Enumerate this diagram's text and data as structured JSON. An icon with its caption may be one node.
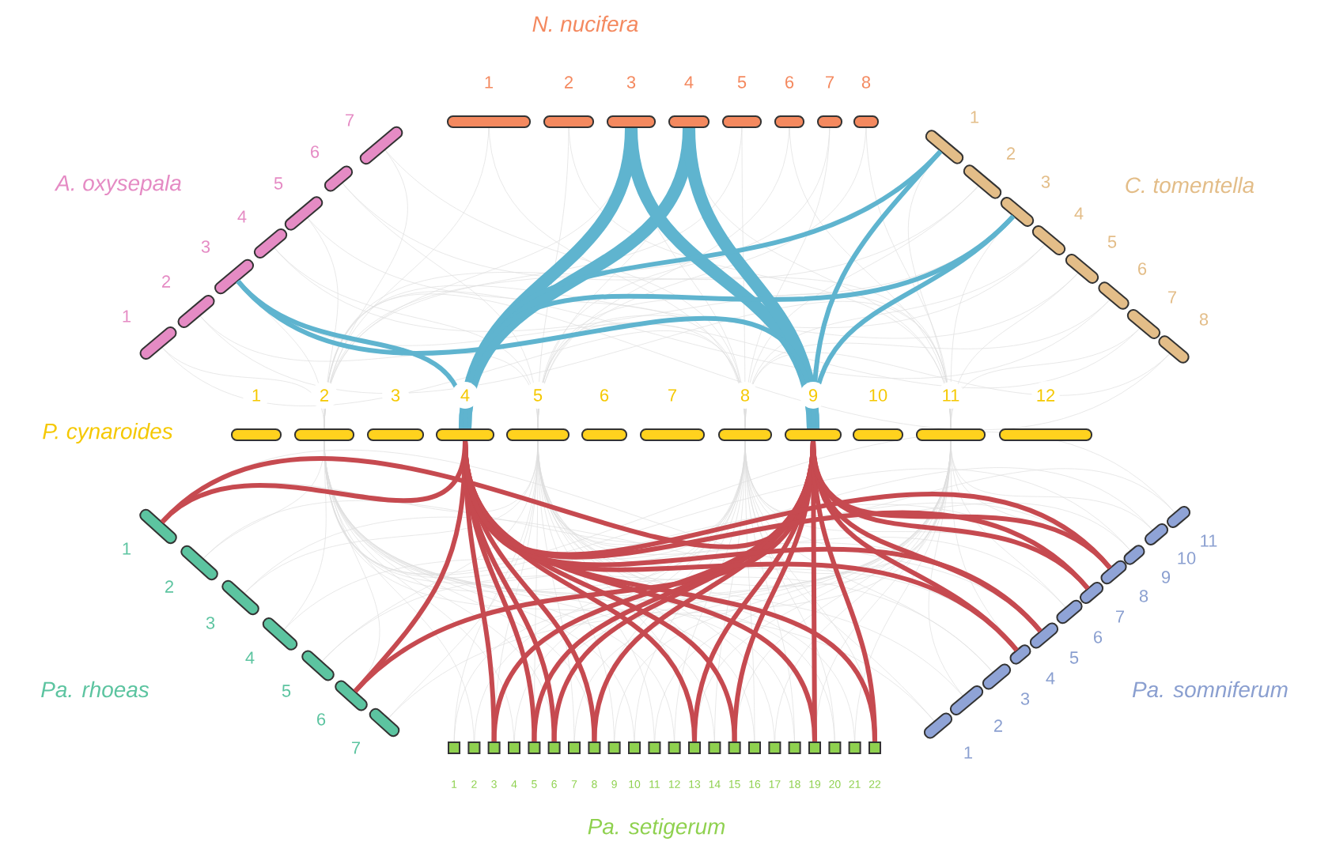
{
  "diagram": {
    "nodes": [
      {
        "text": [
          "1"
        ]
      },
      {
        "text": [
          "2"
        ]
      },
      {
        "text": [
          "3"
        ]
      },
      {
        "text": [
          "4"
        ]
      },
      {
        "text": [
          "5"
        ]
      },
      {
        "text": [
          "6"
        ]
      },
      {
        "text": [
          "7"
        ]
      },
      {
        "text": [
          "8"
        ]
      },
      {
        "text": [
          "1"
        ]
      },
      {
        "text": [
          "2"
        ]
      },
      {
        "text": [
          "3"
        ]
      },
      {
        "text": [
          "4"
        ]
      },
      {
        "text": [
          "5"
        ]
      },
      {
        "text": [
          "6"
        ]
      },
      {
        "text": [
          "7"
        ]
      },
      {
        "text": [
          "1"
        ]
      },
      {
        "text": [
          "2"
        ]
      },
      {
        "text": [
          "3"
        ]
      },
      {
        "text": [
          "4"
        ]
      },
      {
        "text": [
          "5"
        ]
      },
      {
        "text": [
          "6"
        ]
      },
      {
        "text": [
          "7"
        ]
      },
      {
        "text": [
          "8"
        ]
      },
      {
        "text": [
          "1"
        ]
      },
      {
        "text": [
          "2"
        ]
      },
      {
        "text": [
          "3"
        ]
      },
      {
        "text": [
          "4"
        ]
      },
      {
        "text": [
          "5"
        ]
      },
      {
        "text": [
          "6"
        ]
      },
      {
        "text": [
          "7"
        ]
      },
      {
        "text": [
          "8"
        ]
      },
      {
        "text": [
          "9"
        ]
      },
      {
        "text": [
          "10"
        ]
      },
      {
        "text": [
          "11"
        ]
      },
      {
        "text": [
          "12"
        ]
      },
      {
        "text": [
          "1"
        ]
      },
      {
        "text": [
          "2"
        ]
      },
      {
        "text": [
          "3"
        ]
      },
      {
        "text": [
          "4"
        ]
      },
      {
        "text": [
          "5"
        ]
      },
      {
        "text": [
          "6"
        ]
      },
      {
        "text": [
          "7"
        ]
      },
      {
        "text": [
          "1"
        ]
      },
      {
        "text": [
          "2"
        ]
      },
      {
        "text": [
          "3"
        ]
      },
      {
        "text": [
          "4"
        ]
      },
      {
        "text": [
          "5"
        ]
      },
      {
        "text": [
          "6"
        ]
      },
      {
        "text": [
          "7"
        ]
      },
      {
        "text": [
          "8"
        ]
      },
      {
        "text": [
          "9"
        ]
      },
      {
        "text": [
          "10"
        ]
      },
      {
        "text": [
          "11"
        ]
      },
      {
        "text": [
          "1"
        ]
      },
      {
        "text": [
          "2"
        ]
      },
      {
        "text": [
          "3"
        ]
      },
      {
        "text": [
          "4"
        ]
      },
      {
        "text": [
          "5"
        ]
      },
      {
        "text": [
          "6"
        ]
      },
      {
        "text": [
          "7"
        ]
      },
      {
        "text": [
          "8"
        ]
      },
      {
        "text": [
          "9"
        ]
      },
      {
        "text": [
          "10"
        ]
      },
      {
        "text": [
          "11"
        ]
      },
      {
        "text": [
          "12"
        ]
      },
      {
        "text": [
          "13"
        ]
      },
      {
        "text": [
          "14"
        ]
      },
      {
        "text": [
          "15"
        ]
      },
      {
        "text": [
          "16"
        ]
      },
      {
        "text": [
          "17"
        ]
      },
      {
        "text": [
          "18"
        ]
      },
      {
        "text": [
          "19"
        ]
      },
      {
        "text": [
          "20"
        ]
      },
      {
        "text": [
          "21"
        ]
      },
      {
        "text": [
          "22"
        ]
      }
    ],
    "edges": [
      {
        "from": 26,
        "to": 2,
        "arrow": "none",
        "style": "thick",
        "color": "#5fb4cf"
      },
      {
        "from": 26,
        "to": 3,
        "arrow": "none",
        "style": "thick",
        "color": "#5fb4cf"
      },
      {
        "from": 31,
        "to": 2,
        "arrow": "none",
        "style": "thick",
        "color": "#5fb4cf"
      },
      {
        "from": 31,
        "to": 3,
        "arrow": "none",
        "style": "thick",
        "color": "#5fb4cf"
      },
      {
        "from": 10,
        "to": 26,
        "arrow": "none",
        "color": "#5fb4cf"
      },
      {
        "from": 10,
        "to": 31,
        "arrow": "none",
        "color": "#5fb4cf"
      },
      {
        "from": 15,
        "to": 26,
        "arrow": "none",
        "color": "#5fb4cf"
      },
      {
        "from": 15,
        "to": 31,
        "arrow": "none",
        "color": "#5fb4cf"
      },
      {
        "from": 17,
        "to": 26,
        "arrow": "none",
        "color": "#5fb4cf"
      },
      {
        "from": 17,
        "to": 31,
        "arrow": "none",
        "color": "#5fb4cf"
      },
      {
        "from": 26,
        "to": 35,
        "arrow": "none",
        "color": "#c64a50"
      },
      {
        "from": 26,
        "to": 40,
        "arrow": "none",
        "color": "#c64a50"
      },
      {
        "from": 31,
        "to": 35,
        "arrow": "none",
        "color": "#c64a50"
      },
      {
        "from": 31,
        "to": 40,
        "arrow": "none",
        "color": "#c64a50"
      },
      {
        "from": 26,
        "to": 55,
        "arrow": "none",
        "color": "#c64a50"
      },
      {
        "from": 26,
        "to": 57,
        "arrow": "none",
        "color": "#c64a50"
      },
      {
        "from": 26,
        "to": 58,
        "arrow": "none",
        "color": "#c64a50"
      },
      {
        "from": 26,
        "to": 60,
        "arrow": "none",
        "color": "#c64a50"
      },
      {
        "from": 26,
        "to": 65,
        "arrow": "none",
        "color": "#c64a50"
      },
      {
        "from": 26,
        "to": 67,
        "arrow": "none",
        "color": "#c64a50"
      },
      {
        "from": 26,
        "to": 71,
        "arrow": "none",
        "color": "#c64a50"
      },
      {
        "from": 26,
        "to": 74,
        "arrow": "none",
        "color": "#c64a50"
      },
      {
        "from": 31,
        "to": 55,
        "arrow": "none",
        "color": "#c64a50"
      },
      {
        "from": 31,
        "to": 57,
        "arrow": "none",
        "color": "#c64a50"
      },
      {
        "from": 31,
        "to": 58,
        "arrow": "none",
        "color": "#c64a50"
      },
      {
        "from": 31,
        "to": 60,
        "arrow": "none",
        "color": "#c64a50"
      },
      {
        "from": 31,
        "to": 65,
        "arrow": "none",
        "color": "#c64a50"
      },
      {
        "from": 31,
        "to": 67,
        "arrow": "none",
        "color": "#c64a50"
      },
      {
        "from": 31,
        "to": 71,
        "arrow": "none",
        "color": "#c64a50"
      },
      {
        "from": 31,
        "to": 74,
        "arrow": "none",
        "color": "#c64a50"
      },
      {
        "from": 26,
        "to": 45,
        "arrow": "none",
        "color": "#c64a50"
      },
      {
        "from": 26,
        "to": 46,
        "arrow": "none",
        "color": "#c64a50"
      },
      {
        "from": 26,
        "to": 48,
        "arrow": "none",
        "color": "#c64a50"
      },
      {
        "from": 26,
        "to": 49,
        "arrow": "none",
        "color": "#c64a50"
      },
      {
        "from": 31,
        "to": 45,
        "arrow": "none",
        "color": "#c64a50"
      },
      {
        "from": 31,
        "to": 46,
        "arrow": "none",
        "color": "#c64a50"
      },
      {
        "from": 31,
        "to": 48,
        "arrow": "none",
        "color": "#c64a50"
      },
      {
        "from": 31,
        "to": 49,
        "arrow": "none",
        "color": "#c64a50"
      }
    ],
    "labels": [
      "*N. nucifera*",
      "*A. oxysepala*",
      "*C. tomentella*",
      "*P. cynaroides*",
      "*Pa. rhoeas*",
      "*Pa. somniferum*",
      "*Pa. setigerum*"
    ]
  }
}
